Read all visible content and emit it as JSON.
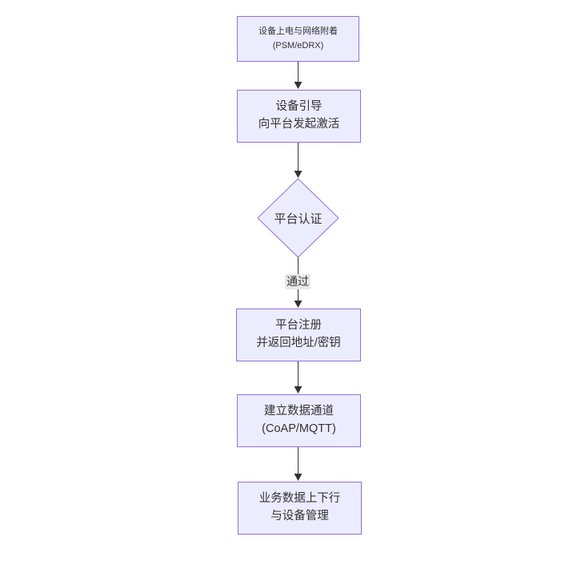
{
  "flowchart": {
    "nodes": [
      {
        "id": "power-network-attach",
        "shape": "rect",
        "label": "设备上电与网络附着\n(PSM/eDRX)"
      },
      {
        "id": "device-bootstrap",
        "shape": "rect",
        "label": "设备引导\n向平台发起激活"
      },
      {
        "id": "platform-auth",
        "shape": "diamond",
        "label": "平台认证"
      },
      {
        "id": "platform-register",
        "shape": "rect",
        "label": "平台注册\n并返回地址/密钥"
      },
      {
        "id": "data-channel",
        "shape": "rect",
        "label": "建立数据通道\n(CoAP/MQTT)"
      },
      {
        "id": "business-data",
        "shape": "rect",
        "label": "业务数据上下行\n与设备管理"
      }
    ],
    "edge_labels": [
      {
        "label": "通过"
      }
    ],
    "colors": {
      "background": "#ffffff",
      "node_fill": "#ECECFF",
      "node_border": "#9370DB",
      "edge": "#333333",
      "edge_label_bg": "#e8e8e8",
      "text": "#333333"
    }
  }
}
